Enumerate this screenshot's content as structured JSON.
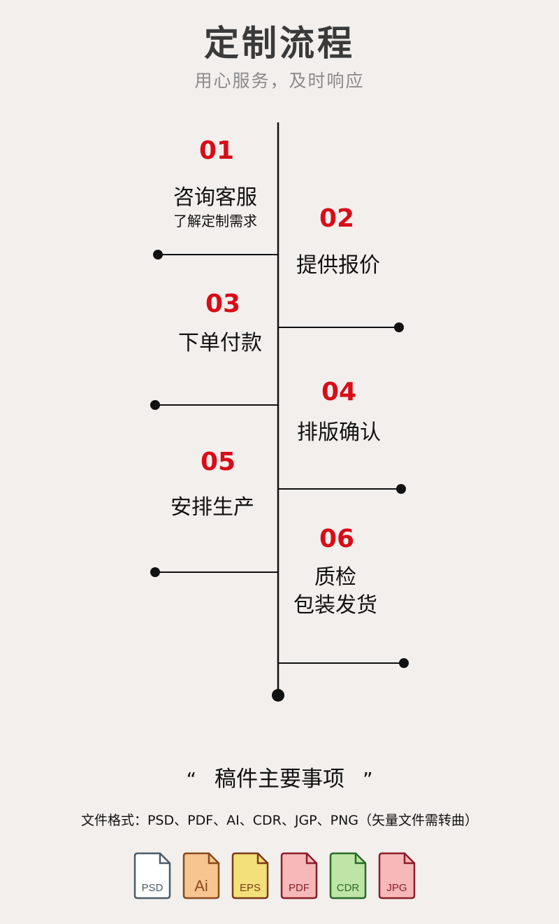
{
  "header": {
    "title": "定制流程",
    "subtitle": "用心服务，及时响应"
  },
  "steps": [
    {
      "num": "01",
      "title": "咨询客服",
      "desc": "了解定制需求"
    },
    {
      "num": "02",
      "title": "提供报价",
      "desc": ""
    },
    {
      "num": "03",
      "title": "下单付款",
      "desc": ""
    },
    {
      "num": "04",
      "title": "排版确认",
      "desc": ""
    },
    {
      "num": "05",
      "title": "安排生产",
      "desc": ""
    },
    {
      "num": "06",
      "title": "质检",
      "title2": "包装发货"
    }
  ],
  "notes": {
    "open_quote": "“",
    "title": "稿件主要事项",
    "close_quote": "”",
    "formats": "文件格式：PSD、PDF、AI、CDR、JGP、PNG（矢量文件需转曲）"
  },
  "file_icons": [
    {
      "label": "PSD",
      "icon": "psd-file-icon",
      "fill": "#ffffff",
      "stroke": "#4a5b68",
      "text": "#4a5b68"
    },
    {
      "label": "Ai",
      "icon": "ai-file-icon",
      "fill": "#f6c590",
      "stroke": "#8a4a1e",
      "text": "#8a4a1e"
    },
    {
      "label": "EPS",
      "icon": "eps-file-icon",
      "fill": "#f3e07a",
      "stroke": "#7a3a1a",
      "text": "#7a3a1a"
    },
    {
      "label": "PDF",
      "icon": "pdf-file-icon",
      "fill": "#f6b8b8",
      "stroke": "#8a1e2a",
      "text": "#8a1e2a"
    },
    {
      "label": "CDR",
      "icon": "cdr-file-icon",
      "fill": "#bfe5a6",
      "stroke": "#2a6a2a",
      "text": "#2a6a2a"
    },
    {
      "label": "JPG",
      "icon": "jpg-file-icon",
      "fill": "#f6b8b8",
      "stroke": "#8a1e2a",
      "text": "#8a1e2a"
    }
  ],
  "colors": {
    "background": "#f2efec",
    "accent_red": "#d80c18",
    "timeline": "#111111"
  }
}
